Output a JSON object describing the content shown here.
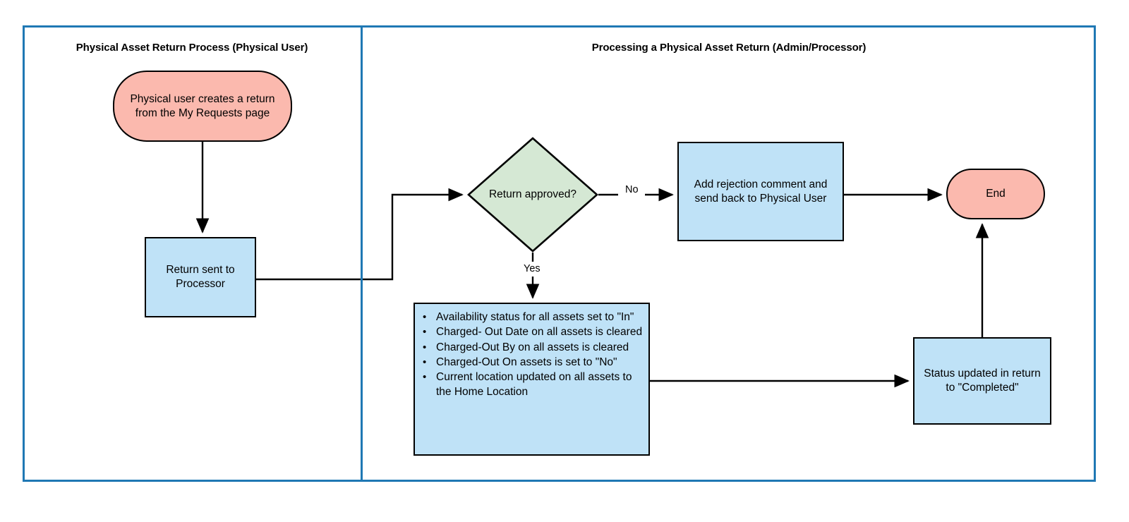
{
  "diagram": {
    "type": "flowchart",
    "title": "Physical Asset Return Process",
    "colors": {
      "frame_border": "#1f78b4",
      "terminator_fill": "#fbb9ae",
      "process_fill": "#bfe2f7",
      "decision_fill": "#d5e8d4",
      "shape_stroke": "#000000",
      "background": "#ffffff"
    },
    "lanes": [
      {
        "id": "lane-left",
        "title": "Physical Asset Return Process (Physical User)"
      },
      {
        "id": "lane-right",
        "title": "Processing a Physical Asset Return (Admin/Processor)"
      }
    ],
    "nodes": {
      "start": {
        "shape": "terminator",
        "label": "Physical user creates a return from the My Requests page"
      },
      "return_sent": {
        "shape": "process",
        "label": "Return sent to Processor"
      },
      "decision": {
        "shape": "decision",
        "label": "Return approved?"
      },
      "rejection": {
        "shape": "process",
        "label": "Add rejection comment and send back to Physical User"
      },
      "end": {
        "shape": "terminator",
        "label": "End"
      },
      "status_updated": {
        "shape": "process",
        "label": "Status updated in return to \"Completed\""
      },
      "bullets": {
        "shape": "process",
        "items": [
          "Availability status for all assets set to \"In\"",
          "Charged- Out Date on all assets is cleared",
          "Charged-Out By on all assets is cleared",
          "Charged-Out On assets  is set to \"No\"",
          "Current location updated on all assets to the Home Location"
        ]
      }
    },
    "edge_labels": {
      "no": "No",
      "yes": "Yes"
    }
  }
}
